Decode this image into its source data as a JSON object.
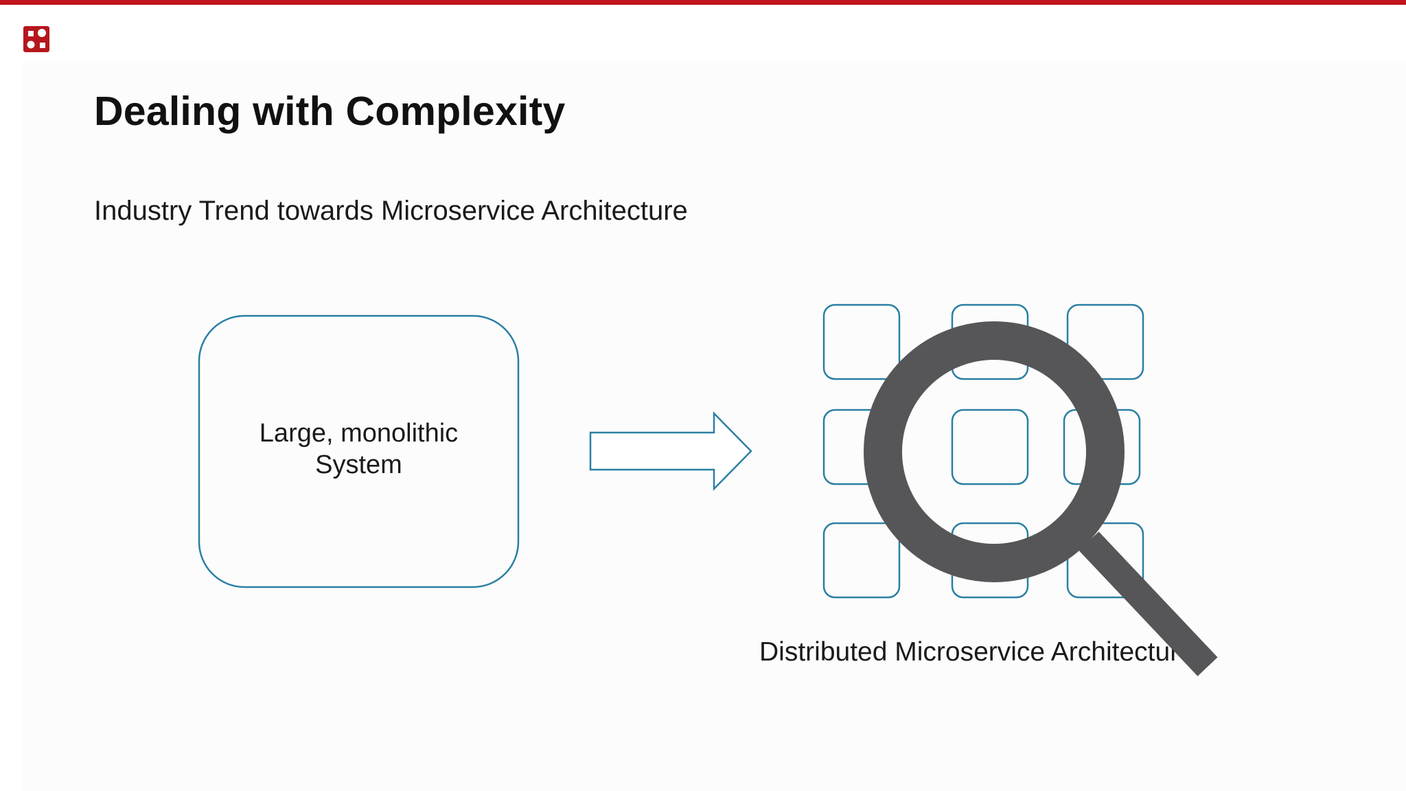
{
  "slide": {
    "title": "Dealing with Complexity",
    "subtitle": "Industry Trend towards Microservice Architecture"
  },
  "diagram": {
    "monolith": {
      "line1": "Large, monolithic",
      "line2": "System"
    },
    "microservices": {
      "label": "Distributed Microservice Architecture"
    },
    "icons": [
      "company-logo-icon",
      "transition-arrow-icon",
      "magnifying-glass-icon"
    ]
  },
  "colors": {
    "accent_bar": "#c0151b",
    "logo": "#b5171d",
    "box_stroke": "#2a7fa3",
    "magnifier": "#565557",
    "text": "#1a1a1a"
  }
}
